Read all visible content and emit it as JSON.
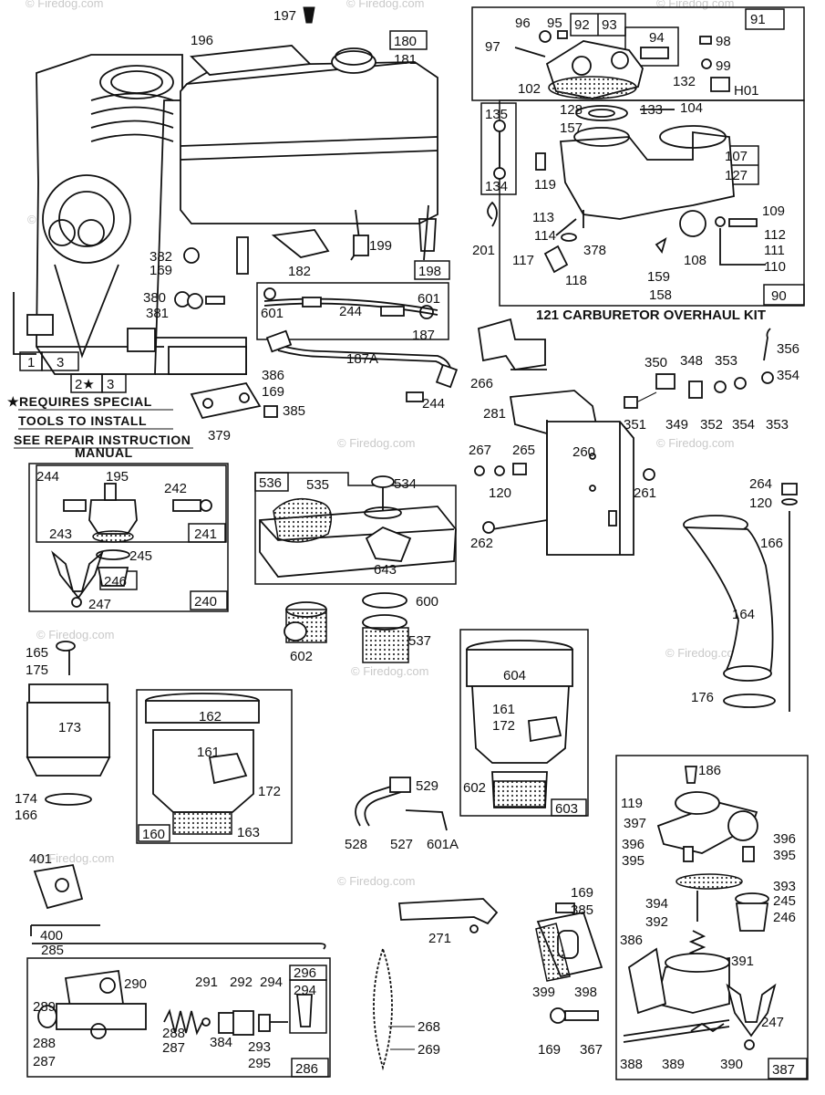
{
  "diagram": {
    "title_block": "121 CARBURETOR OVERHAUL KIT",
    "note_lines": [
      "★REQUIRES SPECIAL",
      "TOOLS TO INSTALL",
      "SEE REPAIR INSTRUCTION",
      "MANUAL"
    ],
    "watermark": "© Firedog.com",
    "labels": {
      "p197": "197",
      "p196": "196",
      "p180": "180",
      "p181": "181",
      "p182": "182",
      "p199": "199",
      "p198": "198",
      "p382": "382",
      "p169a": "169",
      "p380": "380",
      "p381": "381",
      "p1": "1",
      "p3a": "3",
      "p2s": "2★",
      "p3b": "3",
      "p601a": "601",
      "p601b": "601",
      "p244a": "244",
      "p187": "187",
      "p187a": "187A",
      "p244b": "244",
      "p386a": "386",
      "p169b": "169",
      "p385a": "385",
      "p379": "379",
      "p91": "91",
      "p96": "96",
      "p95": "95",
      "p92": "92",
      "p93": "93",
      "p97": "97",
      "p94": "94",
      "p98": "98",
      "p99": "99",
      "p132": "132",
      "p101": "H01",
      "p102": "102",
      "p135": "135",
      "p128": "128",
      "p133": "133",
      "p104": "104",
      "p157": "157",
      "p107": "107",
      "p127": "127",
      "p134": "134",
      "p119a": "119",
      "p109": "109",
      "p113": "113",
      "p112": "112",
      "p111": "111",
      "p114": "114",
      "p378": "378",
      "p201": "201",
      "p117": "117",
      "p108": "108",
      "p110": "110",
      "p159": "159",
      "p118": "118",
      "p158": "158",
      "p90": "90",
      "p266": "266",
      "p281": "281",
      "p350": "350",
      "p348": "348",
      "p353a": "353",
      "p356": "356",
      "p354a": "354",
      "p351": "351",
      "p349": "349",
      "p352": "352",
      "p354b": "354",
      "p353b": "353",
      "p267": "267",
      "p265": "265",
      "p260": "260",
      "p120a": "120",
      "p261": "261",
      "p262": "262",
      "p244c": "244",
      "p195": "195",
      "p242": "242",
      "p243": "243",
      "p241": "241",
      "p245a": "245",
      "p246a": "246",
      "p247a": "247",
      "p240": "240",
      "p536": "536",
      "p535": "535",
      "p534": "534",
      "p643": "643",
      "p600": "600",
      "p602a": "602",
      "p537": "537",
      "p264": "264",
      "p120b": "120",
      "p166a": "166",
      "p164": "164",
      "p176": "176",
      "p165": "165",
      "p175": "175",
      "p173": "173",
      "p174": "174",
      "p166b": "166",
      "p162": "162",
      "p161a": "161",
      "p172a": "172",
      "p160": "160",
      "p163": "163",
      "p604": "604",
      "p161b": "161",
      "p172b": "172",
      "p602b": "602",
      "p603": "603",
      "p529": "529",
      "p528": "528",
      "p527": "527",
      "p601c": "601A",
      "p186": "186",
      "p119b": "119",
      "p397": "397",
      "p396a": "396",
      "p396b": "396",
      "p395a": "395",
      "p395b": "395",
      "p393": "393",
      "p245b": "245",
      "p394": "394",
      "p246b": "246",
      "p392": "392",
      "p386b": "386",
      "p391": "391",
      "p247b": "247",
      "p388": "388",
      "p389": "389",
      "p390": "390",
      "p387": "387",
      "p169c": "169",
      "p385b": "385",
      "p399": "399",
      "p398": "398",
      "p169d": "169",
      "p367": "367",
      "p401": "401",
      "p400": "400",
      "p285": "285",
      "p271": "271",
      "p290": "290",
      "p291": "291",
      "p292": "292",
      "p294a": "294",
      "p296": "296",
      "p294b": "294",
      "p289": "289",
      "p288a": "288",
      "p288b": "288",
      "p287a": "287",
      "p287b": "287",
      "p384": "384",
      "p293": "293",
      "p295": "295",
      "p286": "286",
      "p268": "268",
      "p269": "269"
    }
  }
}
